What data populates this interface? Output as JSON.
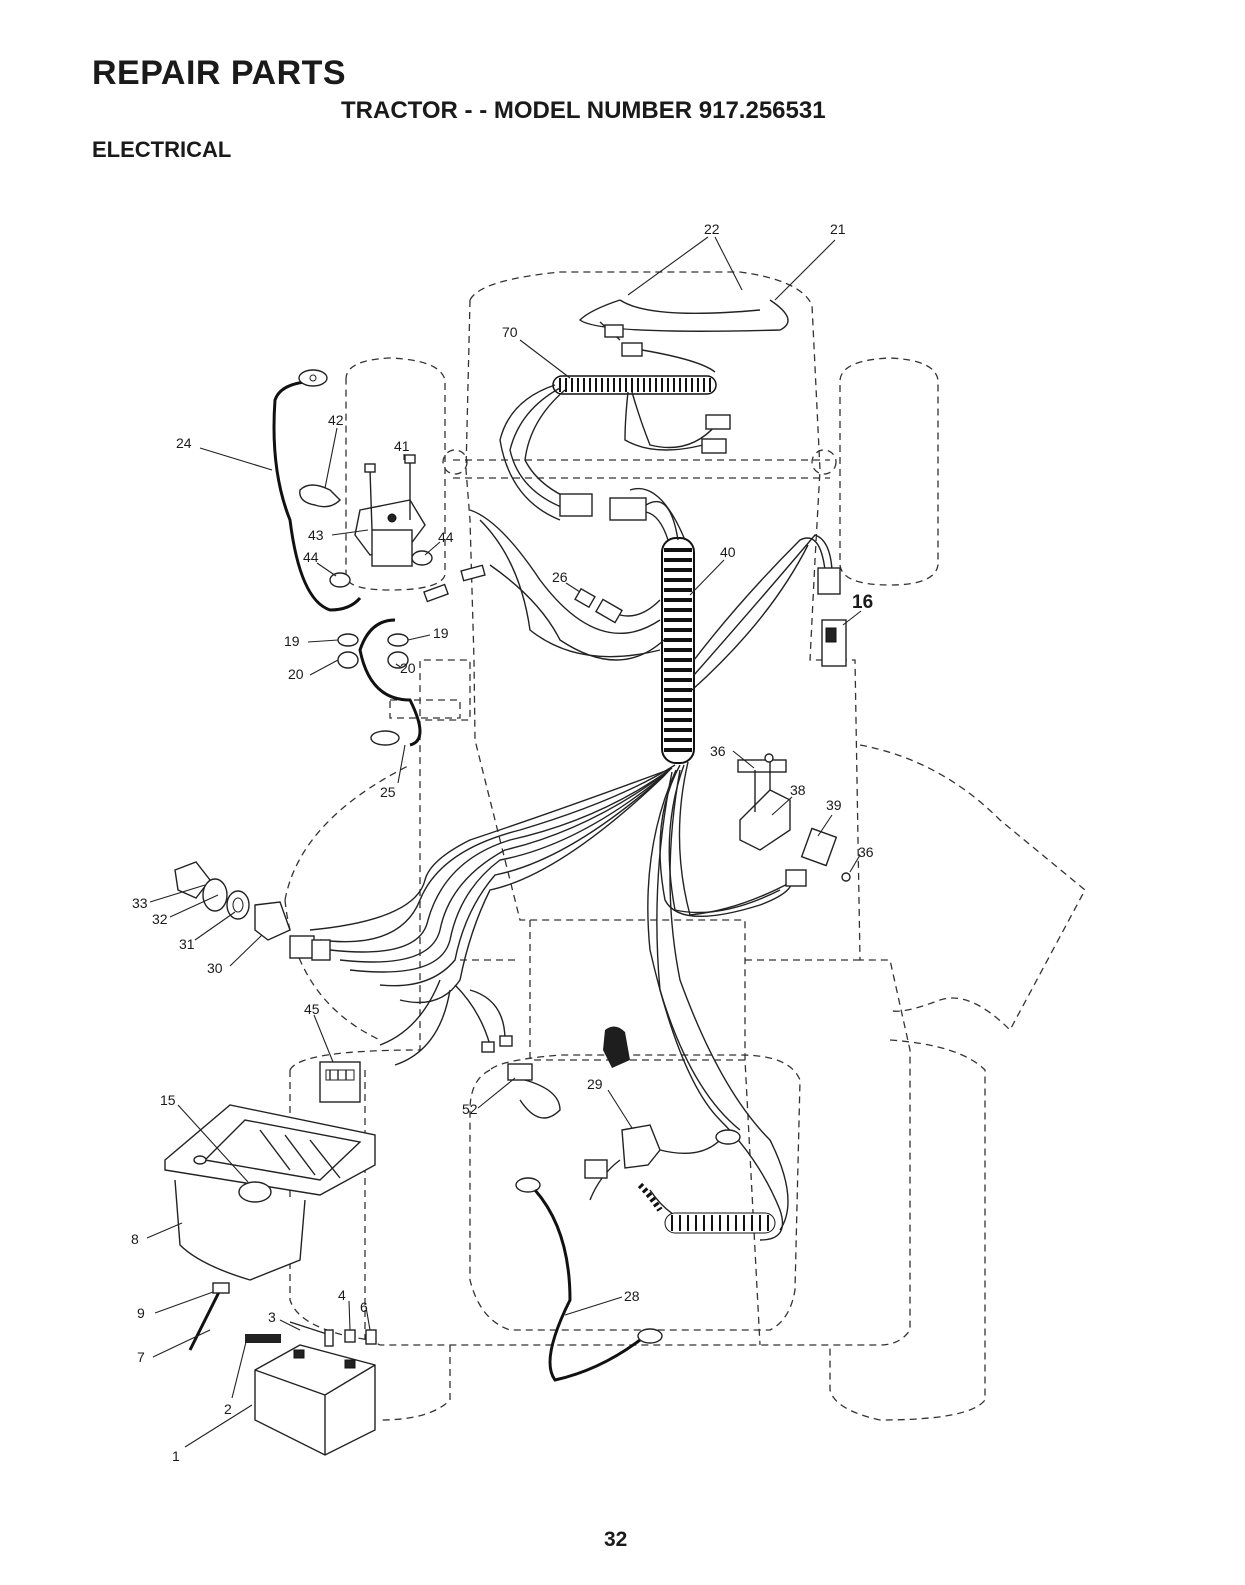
{
  "header": {
    "title": "REPAIR PARTS",
    "subtitle": "TRACTOR - - MODEL NUMBER 917.256531",
    "section": "ELECTRICAL"
  },
  "footer": {
    "page_number": "32"
  },
  "callouts": [
    {
      "key": "c22",
      "label": "22"
    },
    {
      "key": "c21",
      "label": "21"
    },
    {
      "key": "c70",
      "label": "70"
    },
    {
      "key": "c42",
      "label": "42"
    },
    {
      "key": "c41",
      "label": "41"
    },
    {
      "key": "c24",
      "label": "24"
    },
    {
      "key": "c43",
      "label": "43"
    },
    {
      "key": "c44a",
      "label": "44"
    },
    {
      "key": "c44b",
      "label": "44"
    },
    {
      "key": "c40",
      "label": "40"
    },
    {
      "key": "c26",
      "label": "26"
    },
    {
      "key": "c16",
      "label": "16"
    },
    {
      "key": "c19a",
      "label": "19"
    },
    {
      "key": "c19b",
      "label": "19"
    },
    {
      "key": "c20a",
      "label": "20"
    },
    {
      "key": "c20b",
      "label": "20"
    },
    {
      "key": "c36a",
      "label": "36"
    },
    {
      "key": "c38",
      "label": "38"
    },
    {
      "key": "c39",
      "label": "39"
    },
    {
      "key": "c36b",
      "label": "36"
    },
    {
      "key": "c25",
      "label": "25"
    },
    {
      "key": "c33",
      "label": "33"
    },
    {
      "key": "c32",
      "label": "32"
    },
    {
      "key": "c31",
      "label": "31"
    },
    {
      "key": "c30",
      "label": "30"
    },
    {
      "key": "c45",
      "label": "45"
    },
    {
      "key": "c15",
      "label": "15"
    },
    {
      "key": "c52",
      "label": "52"
    },
    {
      "key": "c29",
      "label": "29"
    },
    {
      "key": "c8",
      "label": "8"
    },
    {
      "key": "c9",
      "label": "9"
    },
    {
      "key": "c4",
      "label": "4"
    },
    {
      "key": "c6",
      "label": "6"
    },
    {
      "key": "c3",
      "label": "3"
    },
    {
      "key": "c28",
      "label": "28"
    },
    {
      "key": "c7",
      "label": "7"
    },
    {
      "key": "c2",
      "label": "2"
    },
    {
      "key": "c1",
      "label": "1"
    }
  ]
}
